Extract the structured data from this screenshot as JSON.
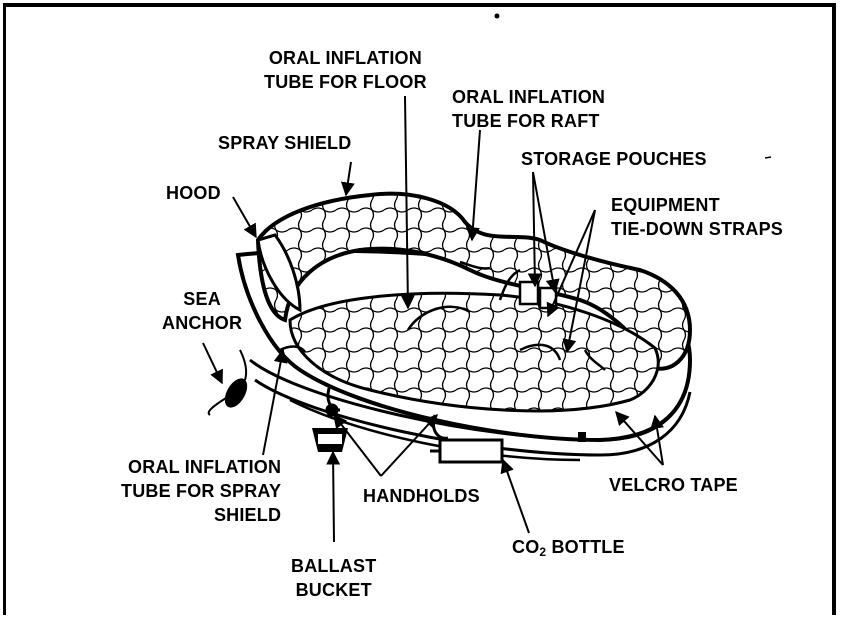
{
  "labels": {
    "oral_inflation_floor": [
      "ORAL INFLATION",
      "TUBE FOR FLOOR"
    ],
    "oral_inflation_raft": [
      "ORAL INFLATION",
      "TUBE FOR RAFT"
    ],
    "spray_shield": "SPRAY SHIELD",
    "storage_pouches": "STORAGE POUCHES",
    "hood": "HOOD",
    "equipment_straps": [
      "EQUIPMENT",
      "TIE-DOWN STRAPS"
    ],
    "sea_anchor": [
      "SEA",
      "ANCHOR"
    ],
    "oral_inflation_spray": [
      "ORAL INFLATION",
      "TUBE FOR SPRAY",
      "SHIELD"
    ],
    "handholds": "HANDHOLDS",
    "velcro_tape": "VELCRO TAPE",
    "co2_prefix": "CO",
    "co2_sub": "2",
    "co2_suffix": " BOTTLE",
    "ballast_bucket": [
      "BALLAST",
      "BUCKET"
    ]
  }
}
